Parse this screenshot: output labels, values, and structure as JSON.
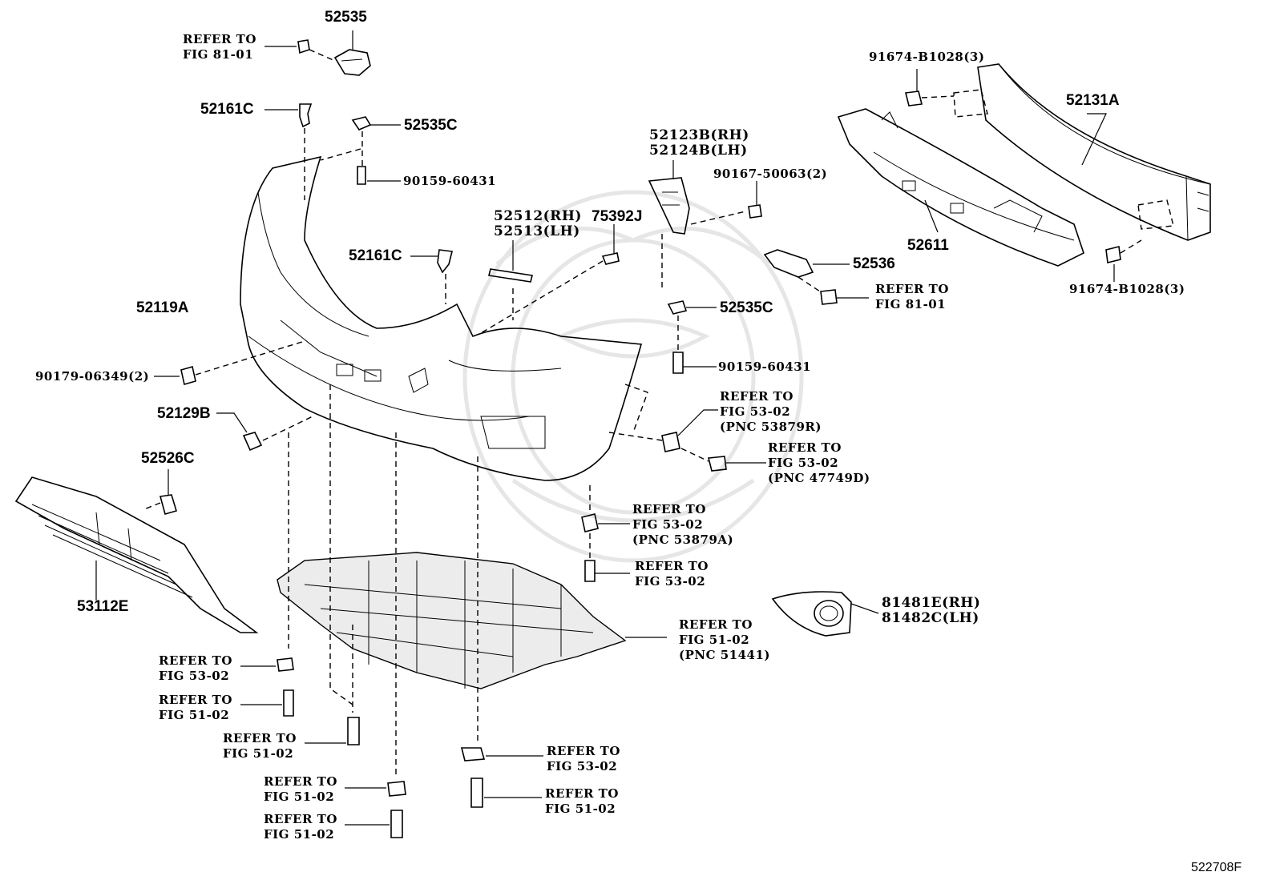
{
  "diagram_id": "522708F",
  "callouts": [
    {
      "id": "c-52535",
      "lines": [
        "52535"
      ]
    },
    {
      "id": "c-refer-fig8101-a",
      "lines": [
        "REFER TO",
        "FIG 81-01"
      ]
    },
    {
      "id": "c-52161c-a",
      "lines": [
        "52161C"
      ]
    },
    {
      "id": "c-52535c-a",
      "lines": [
        "52535C"
      ]
    },
    {
      "id": "c-90159-a",
      "lines": [
        "90159-60431"
      ]
    },
    {
      "id": "c-52123b",
      "lines": [
        "52123B(RH)",
        "52124B(LH)"
      ]
    },
    {
      "id": "c-90167",
      "lines": [
        "90167-50063(2)"
      ]
    },
    {
      "id": "c-52512",
      "lines": [
        "52512(RH)",
        "52513(LH)"
      ]
    },
    {
      "id": "c-75392j",
      "lines": [
        "75392J"
      ]
    },
    {
      "id": "c-52161c-b",
      "lines": [
        "52161C"
      ]
    },
    {
      "id": "c-52119a",
      "lines": [
        "52119A"
      ]
    },
    {
      "id": "c-52535c-b",
      "lines": [
        "52535C"
      ]
    },
    {
      "id": "c-90159-b",
      "lines": [
        "90159-60431"
      ]
    },
    {
      "id": "c-90179",
      "lines": [
        "90179-06349(2)"
      ]
    },
    {
      "id": "c-52129b",
      "lines": [
        "52129B"
      ]
    },
    {
      "id": "c-refer-5302-53879r",
      "lines": [
        "REFER TO",
        "FIG 53-02",
        "(PNC 53879R)"
      ]
    },
    {
      "id": "c-refer-5302-47749d",
      "lines": [
        "REFER TO",
        "FIG 53-02",
        "(PNC 47749D)"
      ]
    },
    {
      "id": "c-52526c",
      "lines": [
        "52526C"
      ]
    },
    {
      "id": "c-refer-5302-53879a",
      "lines": [
        "REFER TO",
        "FIG 53-02",
        "(PNC 53879A)"
      ]
    },
    {
      "id": "c-refer-5302-a",
      "lines": [
        "REFER TO",
        "FIG 53-02"
      ]
    },
    {
      "id": "c-53112e",
      "lines": [
        "53112E"
      ]
    },
    {
      "id": "c-refer-5102-51441",
      "lines": [
        "REFER TO",
        "FIG 51-02",
        "(PNC 51441)"
      ]
    },
    {
      "id": "c-81481e",
      "lines": [
        "81481E(RH)",
        "81482C(LH)"
      ]
    },
    {
      "id": "c-refer-5302-b",
      "lines": [
        "REFER TO",
        "FIG 53-02"
      ]
    },
    {
      "id": "c-refer-5102-a",
      "lines": [
        "REFER TO",
        "FIG 51-02"
      ]
    },
    {
      "id": "c-refer-5102-b",
      "lines": [
        "REFER TO",
        "FIG 51-02"
      ]
    },
    {
      "id": "c-refer-5302-c",
      "lines": [
        "REFER TO",
        "FIG 53-02"
      ]
    },
    {
      "id": "c-refer-5102-c",
      "lines": [
        "REFER TO",
        "FIG 51-02"
      ]
    },
    {
      "id": "c-refer-5102-d",
      "lines": [
        "REFER TO",
        "FIG 51-02"
      ]
    },
    {
      "id": "c-refer-5102-e",
      "lines": [
        "REFER TO",
        "FIG 51-02"
      ]
    },
    {
      "id": "c-91674-a",
      "lines": [
        "91674-B1028(3)"
      ]
    },
    {
      "id": "c-52131a",
      "lines": [
        "52131A"
      ]
    },
    {
      "id": "c-52611",
      "lines": [
        "52611"
      ]
    },
    {
      "id": "c-52536",
      "lines": [
        "52536"
      ]
    },
    {
      "id": "c-refer-fig8101-b",
      "lines": [
        "REFER TO",
        "FIG 81-01"
      ]
    },
    {
      "id": "c-91674-b",
      "lines": [
        "91674-B1028(3)"
      ]
    }
  ]
}
